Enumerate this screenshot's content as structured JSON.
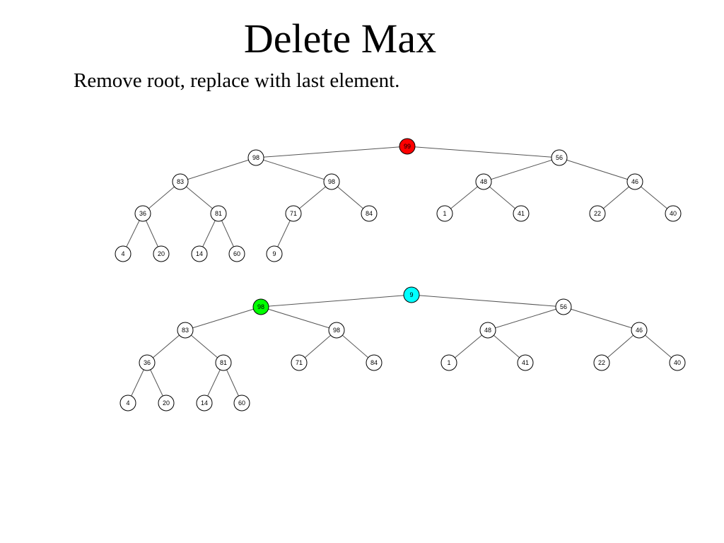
{
  "slide": {
    "title": "Delete Max",
    "subtitle": "Remove root, replace with last element."
  },
  "colors": {
    "default_node": "#ffffff",
    "removed_root": "#ff0000",
    "moved_element": "#00ffff",
    "largest_child": "#00ff00"
  },
  "trees": [
    {
      "name": "heap-before",
      "nodes": [
        {
          "id": "root",
          "label": "99",
          "color": "#ff0000"
        },
        {
          "id": "l",
          "label": "98"
        },
        {
          "id": "r",
          "label": "56"
        },
        {
          "id": "ll",
          "label": "83"
        },
        {
          "id": "lr",
          "label": "98"
        },
        {
          "id": "rl",
          "label": "48"
        },
        {
          "id": "rr",
          "label": "46"
        },
        {
          "id": "lll",
          "label": "36"
        },
        {
          "id": "llr",
          "label": "81"
        },
        {
          "id": "lrl",
          "label": "71"
        },
        {
          "id": "lrr",
          "label": "84"
        },
        {
          "id": "rll",
          "label": "1"
        },
        {
          "id": "rlr",
          "label": "41"
        },
        {
          "id": "rrl",
          "label": "22"
        },
        {
          "id": "rrr",
          "label": "40"
        },
        {
          "id": "llll",
          "label": "4"
        },
        {
          "id": "lllr",
          "label": "20"
        },
        {
          "id": "llrl",
          "label": "14"
        },
        {
          "id": "llrr",
          "label": "60"
        },
        {
          "id": "lrll",
          "label": "9"
        }
      ]
    },
    {
      "name": "heap-after",
      "nodes": [
        {
          "id": "root",
          "label": "9",
          "color": "#00ffff"
        },
        {
          "id": "l",
          "label": "98",
          "color": "#00ff00"
        },
        {
          "id": "r",
          "label": "56"
        },
        {
          "id": "ll",
          "label": "83"
        },
        {
          "id": "lr",
          "label": "98"
        },
        {
          "id": "rl",
          "label": "48"
        },
        {
          "id": "rr",
          "label": "46"
        },
        {
          "id": "lll",
          "label": "36"
        },
        {
          "id": "llr",
          "label": "81"
        },
        {
          "id": "lrl",
          "label": "71"
        },
        {
          "id": "lrr",
          "label": "84"
        },
        {
          "id": "rll",
          "label": "1"
        },
        {
          "id": "rlr",
          "label": "41"
        },
        {
          "id": "rrl",
          "label": "22"
        },
        {
          "id": "rrr",
          "label": "40"
        },
        {
          "id": "llll",
          "label": "4"
        },
        {
          "id": "lllr",
          "label": "20"
        },
        {
          "id": "llrl",
          "label": "14"
        },
        {
          "id": "llrr",
          "label": "60"
        }
      ]
    }
  ]
}
